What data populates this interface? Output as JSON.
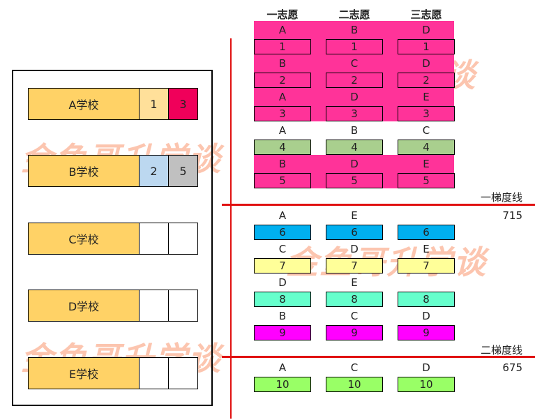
{
  "headers": [
    "一志愿",
    "二志愿",
    "三志愿"
  ],
  "schools": [
    {
      "name": "A学校",
      "slots": [
        {
          "value": "1",
          "color": "#ffe09a"
        },
        {
          "value": "3",
          "color": "#f0005a"
        }
      ]
    },
    {
      "name": "B学校",
      "slots": [
        {
          "value": "2",
          "color": "#bcd8f0"
        },
        {
          "value": "5",
          "color": "#c0c0c0"
        }
      ]
    },
    {
      "name": "C学校",
      "slots": [
        {
          "value": "",
          "color": "#ffffff"
        },
        {
          "value": "",
          "color": "#ffffff"
        }
      ]
    },
    {
      "name": "D学校",
      "slots": [
        {
          "value": "",
          "color": "#ffffff"
        },
        {
          "value": "",
          "color": "#ffffff"
        }
      ]
    },
    {
      "name": "E学校",
      "slots": [
        {
          "value": "",
          "color": "#ffffff"
        },
        {
          "value": "",
          "color": "#ffffff"
        }
      ]
    }
  ],
  "students": [
    {
      "rank": "1",
      "choices": [
        "A",
        "B",
        "D"
      ],
      "color": "#ff3399",
      "admitted_highlight": true
    },
    {
      "rank": "2",
      "choices": [
        "B",
        "C",
        "D"
      ],
      "color": "#ff3399",
      "admitted_highlight": true
    },
    {
      "rank": "3",
      "choices": [
        "A",
        "D",
        "E"
      ],
      "color": "#ff3399",
      "admitted_highlight": true
    },
    {
      "rank": "4",
      "choices": [
        "A",
        "B",
        "C"
      ],
      "color": "#a9cf8e",
      "admitted_highlight": false
    },
    {
      "rank": "5",
      "choices": [
        "B",
        "D",
        "E"
      ],
      "color": "#ff3399",
      "admitted_highlight": true
    },
    {
      "rank": "6",
      "choices": [
        "A",
        "E",
        ""
      ],
      "color": "#00b0f0",
      "admitted_highlight": false
    },
    {
      "rank": "7",
      "choices": [
        "C",
        "D",
        "E"
      ],
      "color": "#ffff99",
      "admitted_highlight": false
    },
    {
      "rank": "8",
      "choices": [
        "D",
        "E",
        ""
      ],
      "color": "#66ffcc",
      "admitted_highlight": false
    },
    {
      "rank": "9",
      "choices": [
        "B",
        "C",
        "D"
      ],
      "color": "#ff00ff",
      "admitted_highlight": false
    },
    {
      "rank": "10",
      "choices": [
        "A",
        "C",
        "D"
      ],
      "color": "#99ff66",
      "admitted_highlight": false
    }
  ],
  "lines": [
    {
      "name": "一梯度线",
      "score": "715"
    },
    {
      "name": "二梯度线",
      "score": "675"
    }
  ],
  "watermark": "金鱼哥升学谈",
  "colors": {
    "highlight": "#ff3399",
    "line": "#e01010",
    "school_fill": "#ffd266"
  }
}
